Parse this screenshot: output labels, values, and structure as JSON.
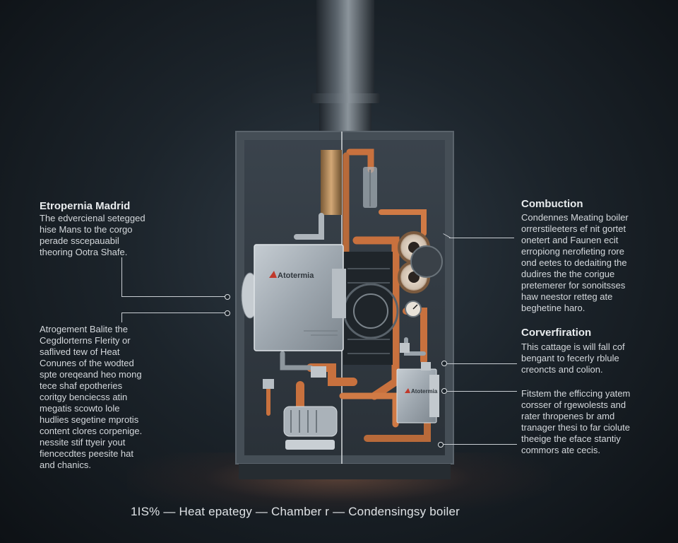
{
  "left_panel": {
    "top_heading": "Etropernia Madrid",
    "top_lines": [
      "The edvercienal setegged",
      "hise Mans to the corgo",
      "perade sscepauabil",
      "theoring Ootra Shafe."
    ],
    "bottom_lines": [
      "Atrogement Balite the",
      "Cegdlorterns Flerity or",
      "saflived tew of Heat",
      "Conunes of the wodted",
      "spte oreqeand heo mong",
      "tece shaf epotheries",
      "coritgy benciecss atin",
      "megatis scowto lole",
      "hudlies segetine mprotis",
      "content clores corpenige.",
      "nessite stif ttyeir yout",
      "fiencecdtes peesite hat",
      "and chanics."
    ]
  },
  "right_panel": {
    "heading_1": "Combuction",
    "lines_1": [
      "Condennes Meating boiler",
      "orrerstileeters ef nit gortet",
      "onetert and Faunen ecit",
      "erropiong nerofieting rore",
      "ond eetes to dedaiting the",
      "dudires the the corigue",
      "pretemerer for sonoitsses",
      "haw neestor retteg ate",
      "beghetine haro."
    ],
    "heading_2": "Corverfiration",
    "lines_2": [
      "This cattage is will fall cof",
      "bengant to fecerly rblule",
      "creoncts and colion."
    ],
    "lines_3": [
      "Fitstem the efficcing yatem",
      "corsser of rgewolests and",
      "rater thropenes br amd",
      "tranager thesi to far ciolute",
      "theeige the eface stantiy",
      "commors ate cecis."
    ]
  },
  "boiler": {
    "brand_main": "Atotermia",
    "brand_small": "Atotermia"
  },
  "caption": "1IS%  —  Heat epategy  —  Chamber r  —  Condensingsy boiler",
  "colors": {
    "copper": "#c8713e",
    "copper_light": "#e2955e",
    "brass": "#b98a56",
    "cabinet": "#3b434b",
    "steel": "#9aa3ab",
    "brand_red": "#c0392b"
  }
}
